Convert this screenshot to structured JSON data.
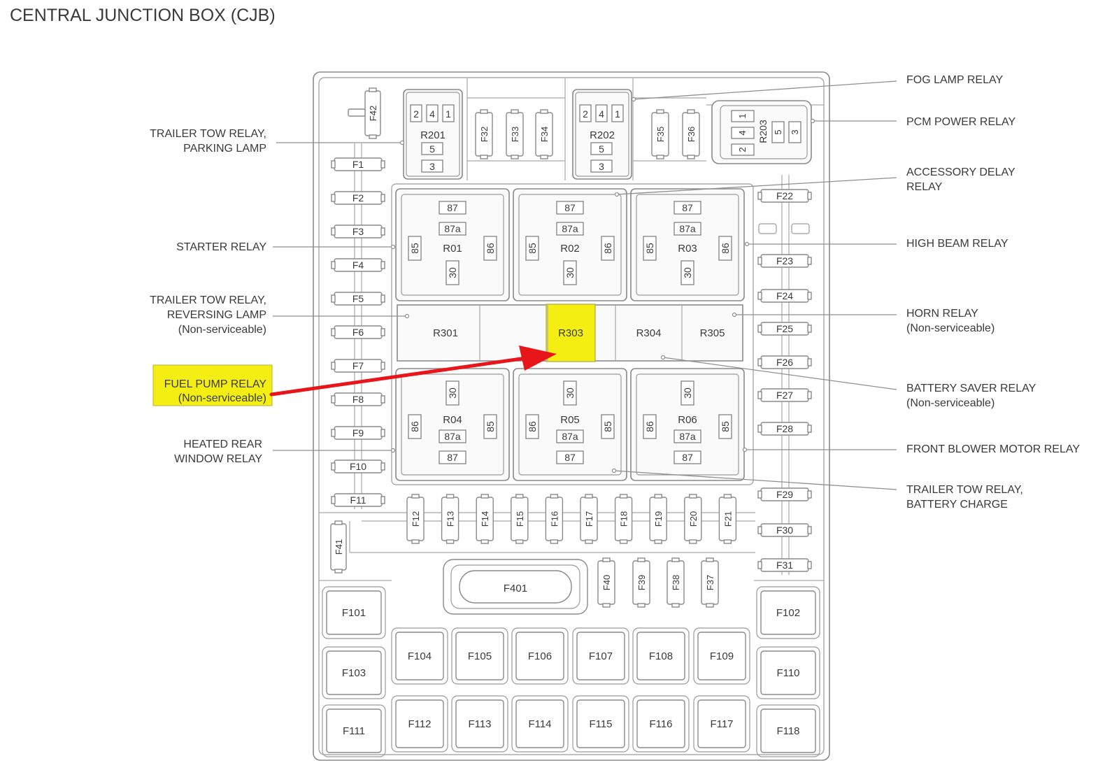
{
  "title": "CENTRAL JUNCTION BOX (CJB)",
  "colors": {
    "highlight": "#f4ee12",
    "arrow": "#e8151b",
    "line": "#8a8a8a"
  },
  "left_fuses": [
    "F1",
    "F2",
    "F3",
    "F4",
    "F5",
    "F6",
    "F7",
    "F8",
    "F9",
    "F10",
    "F11"
  ],
  "right_fuses": [
    "F22",
    "F23",
    "F24",
    "F25",
    "F26",
    "F27",
    "F28",
    "F29",
    "F30",
    "F31"
  ],
  "top_fuses": [
    "F32",
    "F33",
    "F34",
    "F35",
    "F36"
  ],
  "fuse_f42": "F42",
  "fuse_f41": "F41",
  "bottom_row_fuses": [
    "F12",
    "F13",
    "F14",
    "F15",
    "F16",
    "F17",
    "F18",
    "F19",
    "F20",
    "F21"
  ],
  "fuse_f401": "F401",
  "small_fuses": [
    "F40",
    "F39",
    "F38",
    "F37"
  ],
  "maxi_fuses": [
    "F101",
    "F102",
    "F103",
    "F104",
    "F105",
    "F106",
    "F107",
    "F108",
    "F109",
    "F110",
    "F111",
    "F112",
    "F113",
    "F114",
    "F115",
    "F116",
    "F117",
    "F118"
  ],
  "mini_relays": [
    {
      "name": "R201",
      "pins": [
        "2",
        "4",
        "1",
        "5",
        "3"
      ]
    },
    {
      "name": "R202",
      "pins": [
        "2",
        "4",
        "1",
        "5",
        "3"
      ]
    },
    {
      "name": "R203",
      "pins": [
        "1",
        "4",
        "2",
        "5",
        "3"
      ]
    }
  ],
  "upper_relays": [
    {
      "name": "R01",
      "pins": [
        "87",
        "87a",
        "85",
        "86",
        "30"
      ]
    },
    {
      "name": "R02",
      "pins": [
        "87",
        "87a",
        "85",
        "86",
        "30"
      ]
    },
    {
      "name": "R03",
      "pins": [
        "87",
        "87a",
        "85",
        "86",
        "30"
      ]
    }
  ],
  "lower_relays": [
    {
      "name": "R04",
      "pins": [
        "30",
        "86",
        "85",
        "87a",
        "87"
      ]
    },
    {
      "name": "R05",
      "pins": [
        "30",
        "86",
        "85",
        "87a",
        "87"
      ]
    },
    {
      "name": "R06",
      "pins": [
        "30",
        "86",
        "85",
        "87a",
        "87"
      ]
    }
  ],
  "micro_relays": [
    "R301",
    "",
    "R303",
    "R304",
    "R305"
  ],
  "left_callouts": [
    {
      "lines": [
        "TRAILER TOW RELAY,",
        "PARKING LAMP"
      ]
    },
    {
      "lines": [
        "STARTER RELAY"
      ]
    },
    {
      "lines": [
        "TRAILER TOW RELAY,",
        "REVERSING LAMP",
        "(Non-serviceable)"
      ]
    },
    {
      "lines": [
        "HEATED REAR",
        "WINDOW RELAY"
      ]
    }
  ],
  "highlight_callout": {
    "lines": [
      "FUEL PUMP RELAY",
      "(Non-serviceable)"
    ]
  },
  "right_callouts": [
    {
      "lines": [
        "FOG LAMP RELAY"
      ]
    },
    {
      "lines": [
        "PCM POWER RELAY"
      ]
    },
    {
      "lines": [
        "ACCESSORY DELAY",
        "RELAY"
      ]
    },
    {
      "lines": [
        "HIGH BEAM RELAY"
      ]
    },
    {
      "lines": [
        "HORN RELAY",
        "(Non-serviceable)"
      ]
    },
    {
      "lines": [
        "BATTERY SAVER RELAY",
        "(Non-serviceable)"
      ]
    },
    {
      "lines": [
        "FRONT BLOWER MOTOR RELAY"
      ]
    },
    {
      "lines": [
        "TRAILER TOW RELAY,",
        "BATTERY CHARGE"
      ]
    }
  ]
}
